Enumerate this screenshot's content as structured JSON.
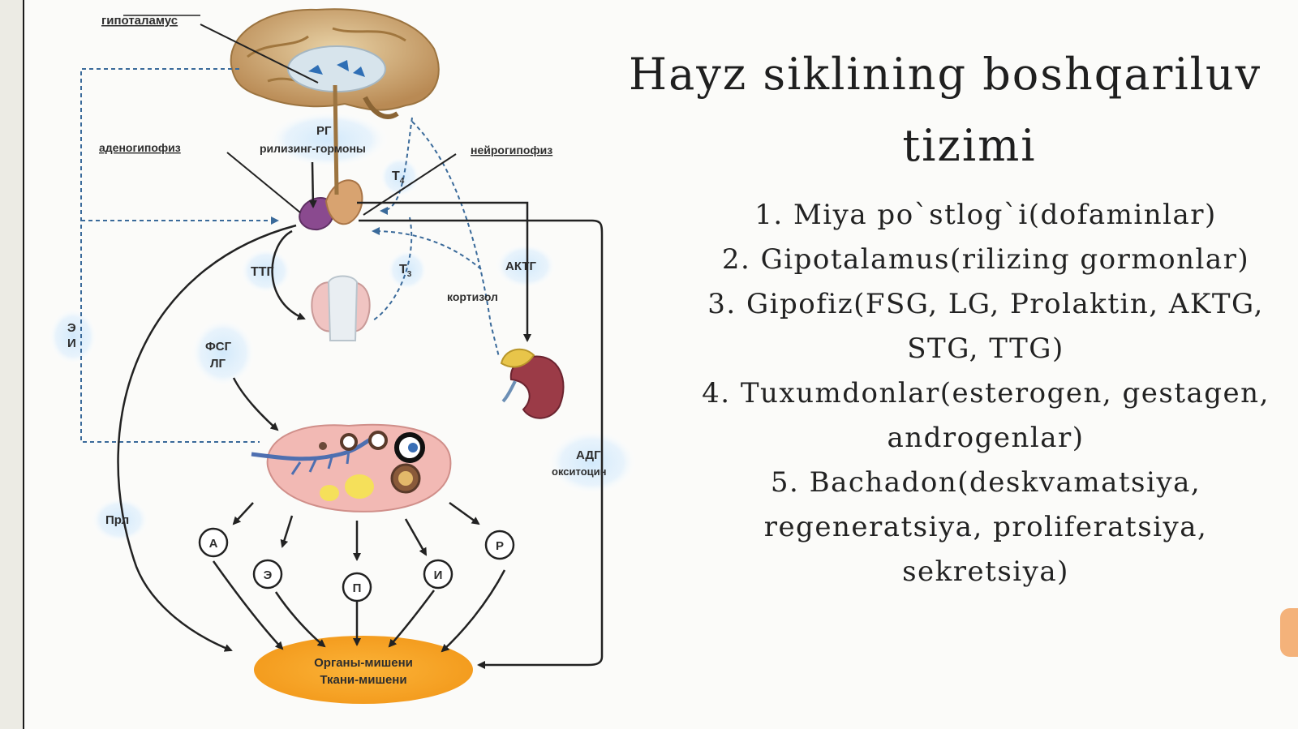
{
  "slide": {
    "title_line1": "Hayz siklining boshqariluv",
    "title_line2": "tizimi",
    "steps": [
      "1. Miya po`stlog`i(dofaminlar)",
      "2. Gipotalamus(rilizing gormonlar)",
      "3. Gipofiz(FSG, LG, Prolaktin, AKTG,",
      "STG, TTG)",
      "4. Tuxumdonlar(esterogen, gestagen,",
      "androgenlar)",
      "5. Bachadon(deskvamatsiya,",
      "regeneratsiya, proliferatsiya,",
      "sekretsiya)"
    ]
  },
  "diagram": {
    "hypothalamus": "гипоталамус",
    "rg": "РГ",
    "releasing": "рилизинг-гормоны",
    "adenohypophysis": "аденогипофиз",
    "neurohypophysis": "нейрогипофиз",
    "t4": "Т",
    "t4_sub": "4",
    "t3": "Т",
    "t3_sub": "3",
    "ttg": "ТТГ",
    "aktg": "АКТГ",
    "cortisol": "кортизол",
    "e_letter": "Э",
    "i_letter": "И",
    "fsg": "ФСГ",
    "lg": "ЛГ",
    "adg": "АДГ",
    "oxytocin": "окситоцин",
    "prl": "Прл",
    "hormone_a": "А",
    "hormone_e": "Э",
    "hormone_p": "П",
    "hormone_i": "И",
    "hormone_r": "Р",
    "target_organs": "Органы-мишени",
    "target_tissues": "Ткани-мишени"
  },
  "colors": {
    "glow": "#d7ecfa",
    "target": "#f5a623",
    "ovary": "#f2b9b4",
    "kidney": "#9b3b47",
    "pituitary": "#8a4a8f"
  }
}
